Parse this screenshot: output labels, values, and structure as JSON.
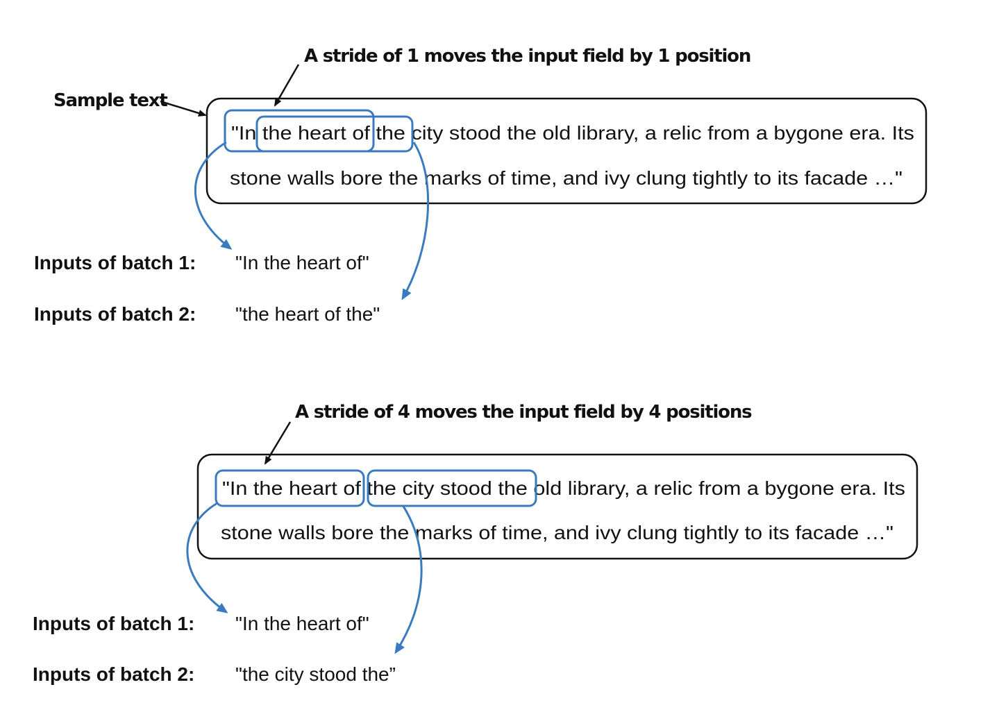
{
  "colors": {
    "window_stroke": "#3a7bbf",
    "text": "#111111",
    "box_stroke": "#111111"
  },
  "top": {
    "callout": "A stride of 1 moves the input field by 1 position",
    "sample_label": "Sample text",
    "lines": [
      "\"In the heart of the city stood the old library, a relic from a bygone era. Its",
      "stone walls bore the marks of time, and ivy clung tightly to its facade …\""
    ],
    "batches": [
      {
        "label": "Inputs of batch 1:",
        "value": "\"In the heart of\""
      },
      {
        "label": "Inputs of batch 2:",
        "value": "\"the heart of the\""
      }
    ]
  },
  "bottom": {
    "callout": "A stride of 4 moves the input field by 4 positions",
    "lines": [
      "\"In the heart of the city stood the old library, a relic from a bygone era. Its",
      "stone walls bore the marks of time, and ivy clung tightly to its facade …\""
    ],
    "batches": [
      {
        "label": "Inputs of batch 1:",
        "value": "\"In the heart of\""
      },
      {
        "label": "Inputs of batch 2:",
        "value": "\"the city stood the”"
      }
    ]
  }
}
